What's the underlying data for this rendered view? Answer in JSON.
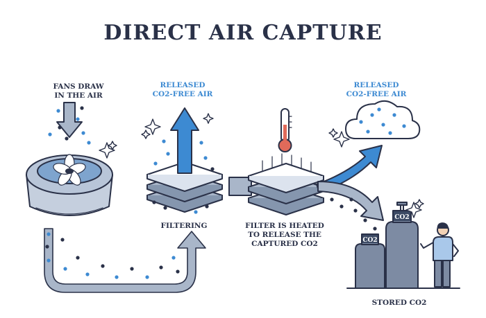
{
  "title": "DIRECT AIR CAPTURE",
  "labels": {
    "fans": [
      "FANS DRAW",
      "IN THE AIR"
    ],
    "released_1": [
      "RELEASED",
      "CO2-FREE AIR"
    ],
    "filtering": "FILTERING",
    "released_2": [
      "RELEASED",
      "CO2-FREE AIR"
    ],
    "heated": [
      "FILTER IS HEATED",
      "TO RELEASE THE",
      "CAPTURED CO2"
    ],
    "stored": "STORED CO2"
  },
  "tank_labels": [
    "CO2",
    "CO2"
  ],
  "colors": {
    "outline": "#2a3148",
    "blue_accent": "#3d8ad2",
    "pipe_fill": "#a9b6c9",
    "tank_fill": "#7d8ba3",
    "dot_dark": "#2a3148",
    "dot_blue": "#3d8ad2"
  }
}
